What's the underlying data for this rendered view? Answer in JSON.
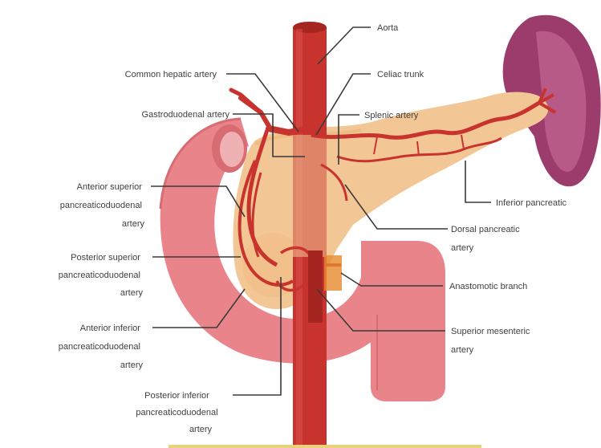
{
  "labels": {
    "aorta": "Aorta",
    "celiac_trunk": "Celiac trunk",
    "common_hepatic": "Common hepatic artery",
    "gastroduodenal": "Gastroduodenal artery",
    "splenic": "Splenic artery",
    "anterior_superior": [
      "Anterior superior",
      "pancreaticoduodenal",
      "artery"
    ],
    "posterior_superior": [
      "Posterior superior",
      "pancreaticoduodenal",
      "artery"
    ],
    "anterior_inferior": [
      "Anterior inferior",
      "pancreaticoduodenal",
      "artery"
    ],
    "posterior_inferior": [
      "Posterior inferior",
      "pancreaticoduodenal",
      "artery"
    ],
    "inferior_pancreatic": "Inferior pancreatic",
    "dorsal_pancreatic": [
      "Dorsal pancreatic",
      "artery"
    ],
    "anastomotic": "Anastomotic branch",
    "superior_mesenteric": [
      "Superior mesenteric",
      "artery"
    ]
  },
  "colors": {
    "artery": "#c8332e",
    "artery_dark": "#a52521",
    "pancreas": "#f3c795",
    "duodenum": "#e9848a",
    "spleen": "#9b3c6c",
    "leader": "#3a3a3a",
    "text": "#3f3f3f"
  }
}
